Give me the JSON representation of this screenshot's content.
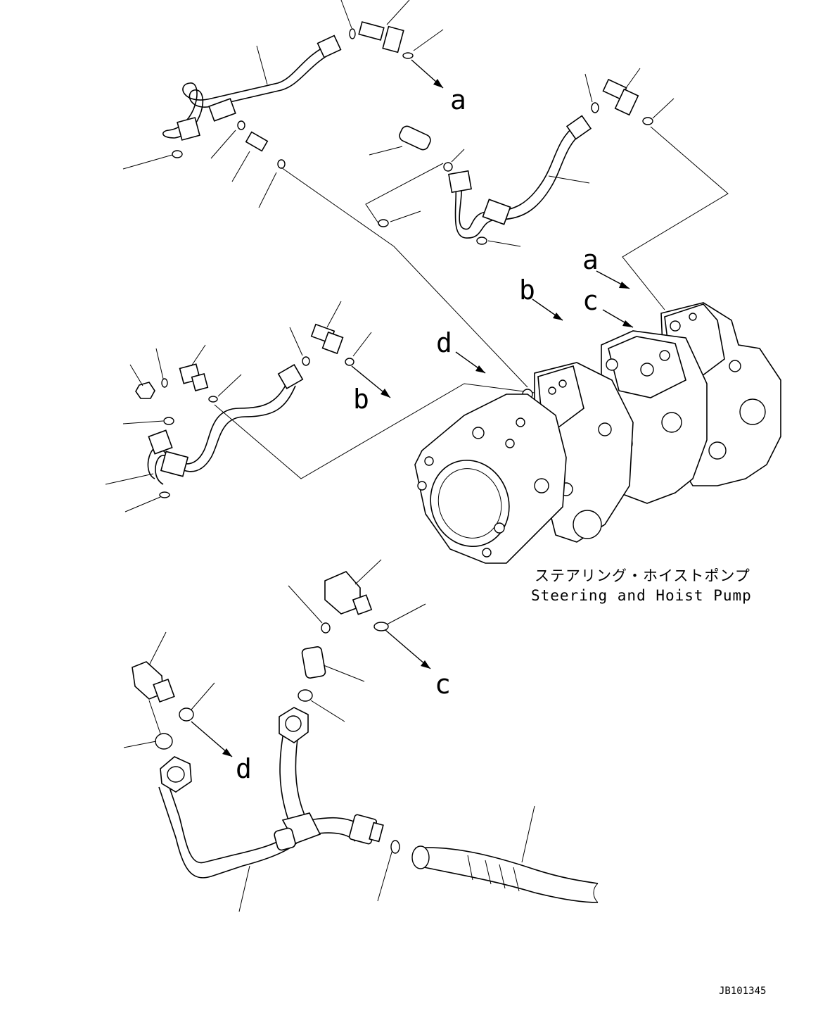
{
  "refs": {
    "a": "a",
    "b": "b",
    "c": "c",
    "d": "d"
  },
  "caption": {
    "jp": "ステアリング・ホイストポンプ",
    "en": "Steering and Hoist Pump"
  },
  "drawing_code": "JB101345"
}
